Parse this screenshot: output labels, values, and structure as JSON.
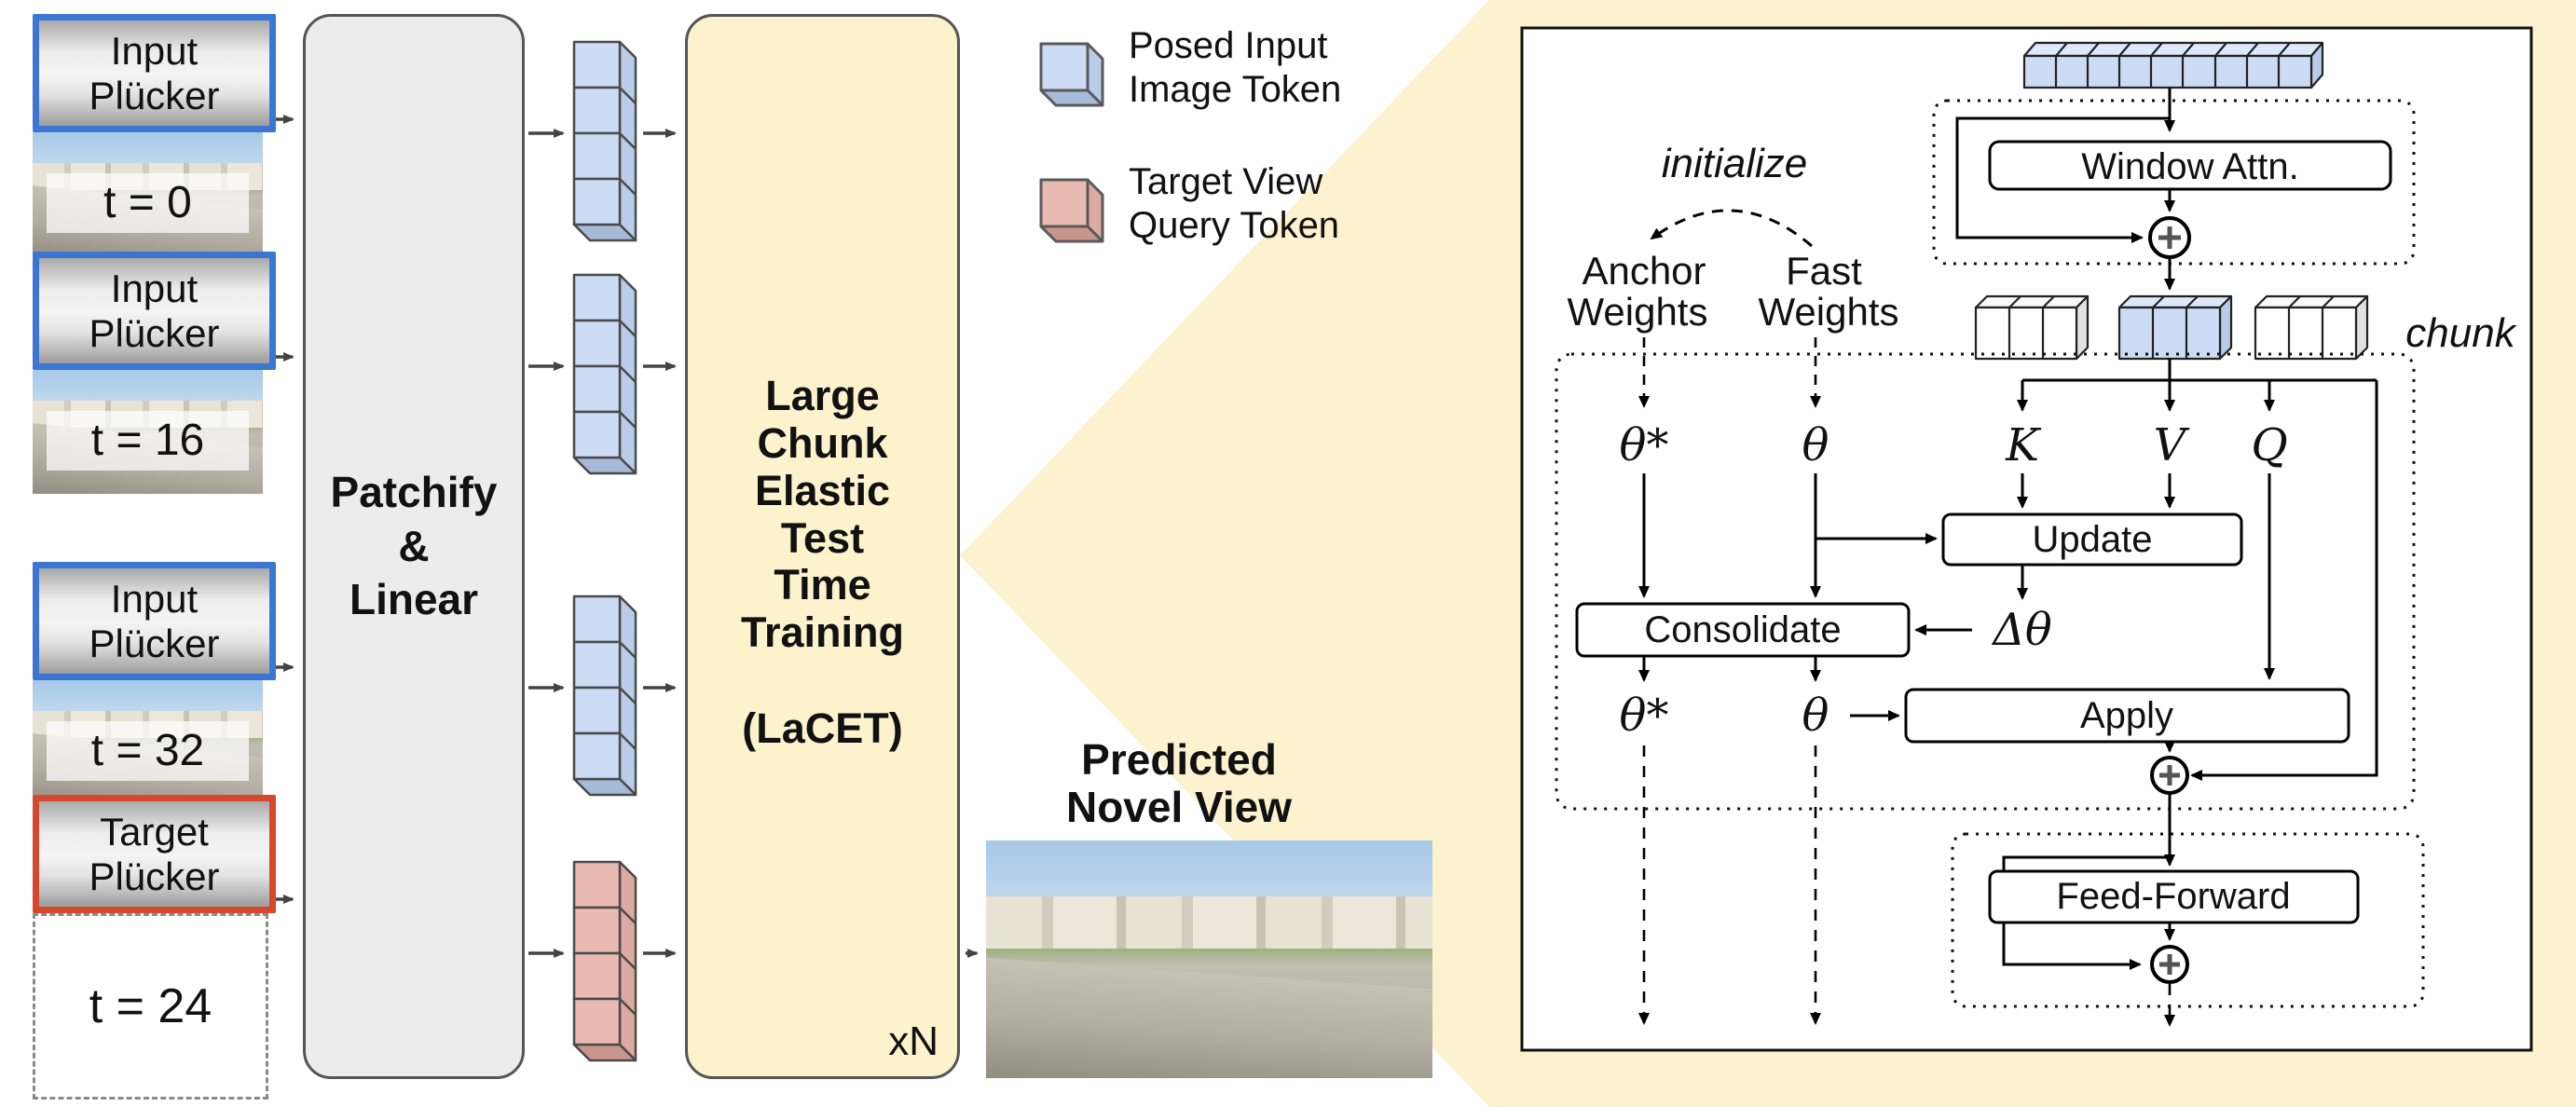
{
  "inputs": {
    "cards": [
      {
        "label": "Input\nPlücker",
        "time": "t = 0"
      },
      {
        "label": "Input\nPlücker",
        "time": "t = 16"
      },
      {
        "label": "Input\nPlücker",
        "time": "t = 32"
      },
      {
        "label": "Target\nPlücker",
        "time": "t = 24"
      }
    ],
    "label_line1_input": "Input",
    "label_line1_target": "Target",
    "label_line2": "Plücker"
  },
  "patchify": {
    "line1": "Patchify",
    "line2": "&",
    "line3": "Linear"
  },
  "lacet": {
    "lines": [
      "Large",
      "Chunk",
      "Elastic",
      "Test",
      "Time",
      "Training"
    ],
    "acronym": "(LaCET)",
    "repeat": "xN"
  },
  "legend": {
    "items": [
      {
        "line1": "Posed Input",
        "line2": "Image Token"
      },
      {
        "line1": "Target View",
        "line2": "Query Token"
      }
    ]
  },
  "output": {
    "title1": "Predicted",
    "title2": "Novel View"
  },
  "detail": {
    "initialize": "initialize",
    "anchor_line1": "Anchor",
    "anchor_line2": "Weights",
    "fast_line1": "Fast",
    "fast_line2": "Weights",
    "window_attn": "Window Attn.",
    "chunk": "chunk",
    "theta_star": "θ*",
    "theta": "θ",
    "k": "K",
    "v": "V",
    "q": "Q",
    "update": "Update",
    "consolidate": "Consolidate",
    "delta_theta": "Δθ",
    "apply": "Apply",
    "feed_forward": "Feed-Forward",
    "plus": "+"
  },
  "colors": {
    "yellow_panel": "#fdf2cf",
    "lacet_fill": "#fcf2cc",
    "patchify_fill": "#ececec",
    "blue_token": "#ccdcf4",
    "blue_token_side": "#b9cce9",
    "blue_token_bottom": "#a7bbd8",
    "pink_token": "#e9bab1",
    "pink_token_side": "#dcaaa0",
    "pink_token_bottom": "#c9968c",
    "input_border_blue": "#3a76d2",
    "target_border_red": "#d4492e",
    "arrow_gray": "#444444"
  }
}
